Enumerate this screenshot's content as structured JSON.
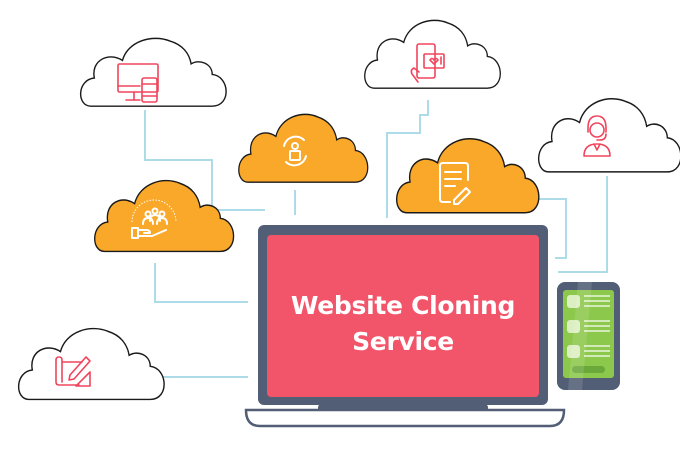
{
  "diagram": {
    "title_line1": "Website Cloning",
    "title_line2": "Service",
    "colors": {
      "screen": "#f25469",
      "laptop_frame": "#525e75",
      "orange_cloud": "#f9a82a",
      "icon_red": "#f0455d",
      "connector": "#aedbe8",
      "phone_screen": "#8cc84b"
    },
    "clouds": [
      {
        "id": "responsive-devices",
        "style": "white",
        "icon": "monitor-phone-icon"
      },
      {
        "id": "social-engagement",
        "style": "white",
        "icon": "phone-like-notification-icon"
      },
      {
        "id": "customer-support",
        "style": "white",
        "icon": "headset-agent-icon"
      },
      {
        "id": "user-sync",
        "style": "orange",
        "icon": "user-refresh-icon"
      },
      {
        "id": "content-editing",
        "style": "orange",
        "icon": "document-edit-icon"
      },
      {
        "id": "team-care",
        "style": "orange",
        "icon": "team-hand-icon"
      },
      {
        "id": "design-planning",
        "style": "white",
        "icon": "blueprint-pencil-icon"
      }
    ],
    "devices": [
      "laptop",
      "smartphone"
    ]
  }
}
